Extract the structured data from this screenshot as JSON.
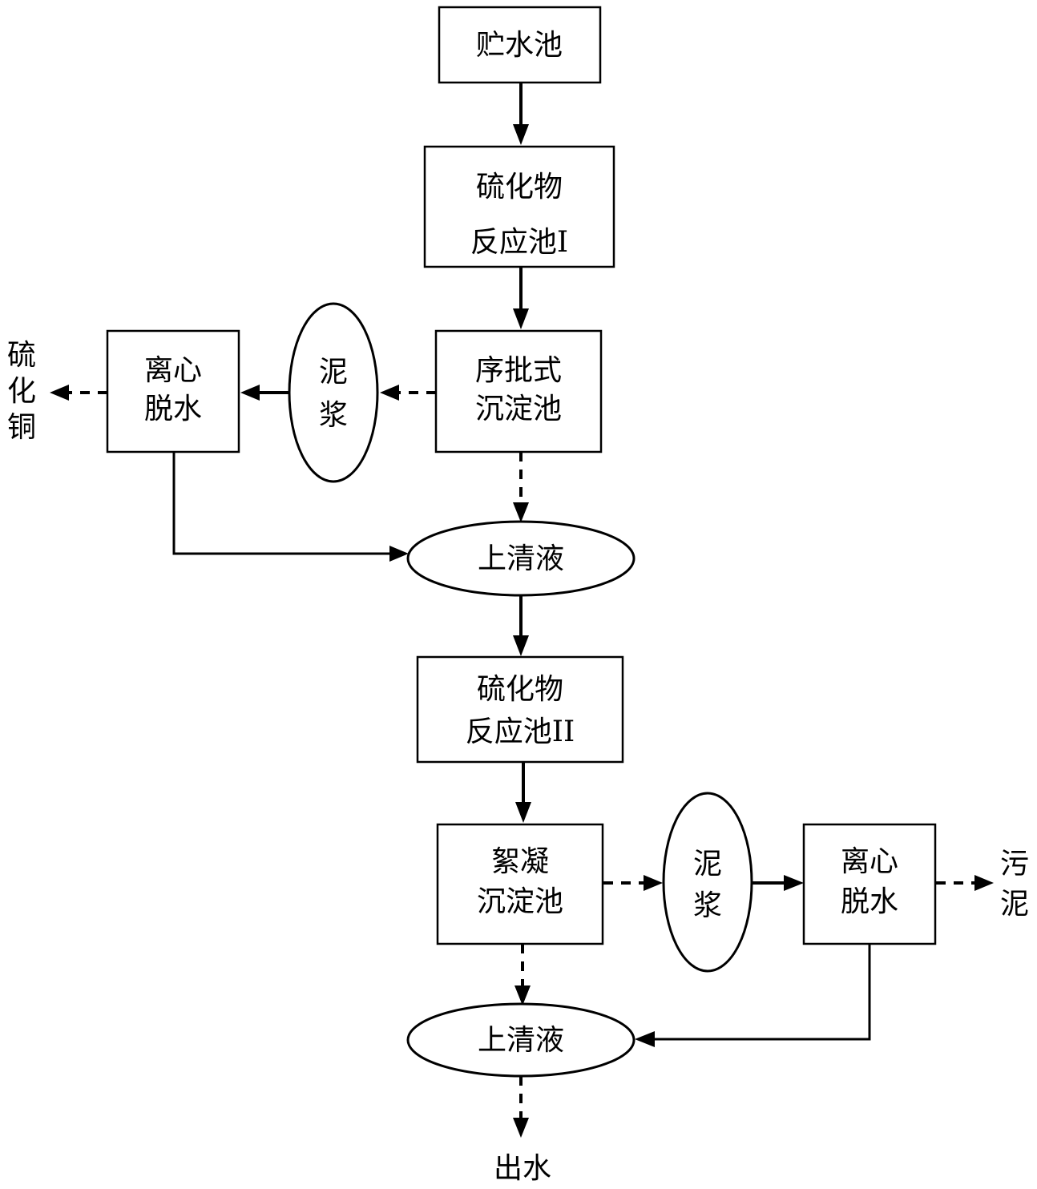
{
  "nodes": {
    "storage_tank": [
      "贮水池"
    ],
    "sulfide_reactor_1": [
      "硫化物",
      "反应池I"
    ],
    "sbr_settling_tank": [
      "序批式",
      "沉淀池"
    ],
    "slurry_1": [
      "泥",
      "浆"
    ],
    "centrifuge_1": [
      "离心",
      "脱水"
    ],
    "copper_sulfide": [
      "硫",
      "化",
      "铜"
    ],
    "supernatant_1": [
      "上清液"
    ],
    "sulfide_reactor_2": [
      "硫化物",
      "反应池II"
    ],
    "flocculation_settling_tank": [
      "絮凝",
      "沉淀池"
    ],
    "slurry_2": [
      "泥",
      "浆"
    ],
    "centrifuge_2": [
      "离心",
      "脱水"
    ],
    "sludge": [
      "污",
      "泥"
    ],
    "supernatant_2": [
      "上清液"
    ],
    "effluent": [
      "出水"
    ]
  }
}
